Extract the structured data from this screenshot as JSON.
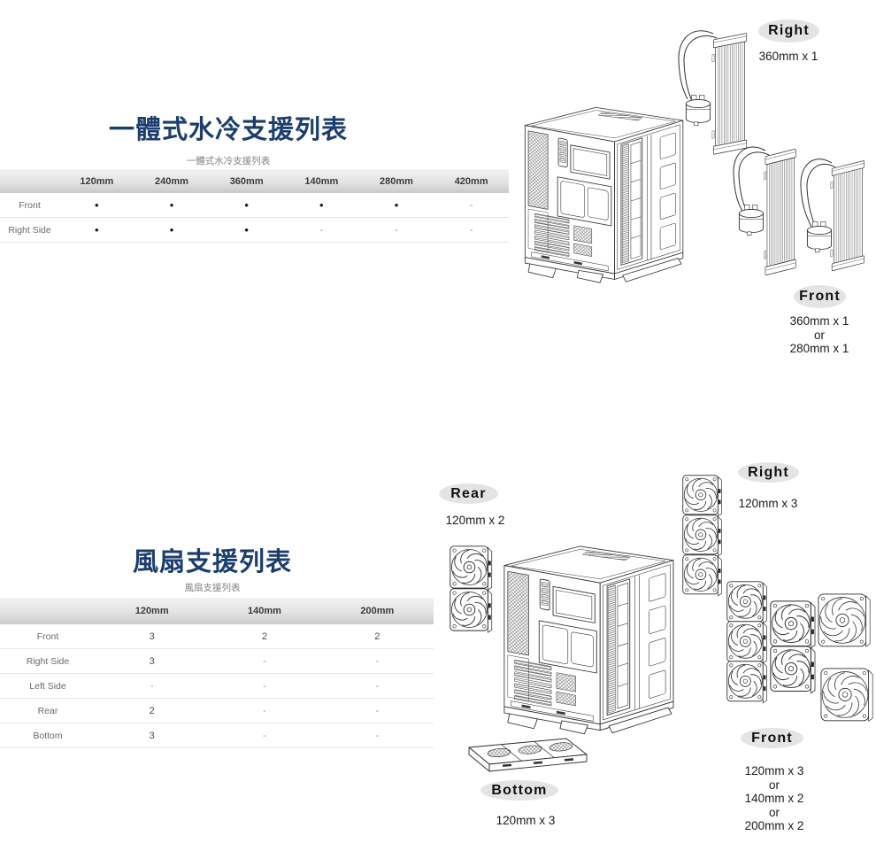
{
  "aio_section": {
    "title": "一體式水冷支援列表",
    "table_caption": "一體式水冷支援列表",
    "table": {
      "columns": [
        "120mm",
        "240mm",
        "360mm",
        "140mm",
        "280mm",
        "420mm"
      ],
      "rows": [
        {
          "label": "Front",
          "values": [
            "•",
            "•",
            "•",
            "•",
            "•",
            "-"
          ]
        },
        {
          "label": "Right Side",
          "values": [
            "•",
            "•",
            "•",
            "-",
            "-",
            "-"
          ]
        }
      ]
    },
    "diagram": {
      "right_label": "Right",
      "right_spec": "360mm x 1",
      "front_label": "Front",
      "front_spec_lines": [
        "360mm x 1",
        "or",
        "280mm x 1"
      ]
    }
  },
  "fan_section": {
    "title": "風扇支援列表",
    "table_caption": "風扇支援列表",
    "table": {
      "columns": [
        "120mm",
        "140mm",
        "200mm"
      ],
      "rows": [
        {
          "label": "Front",
          "values": [
            "3",
            "2",
            "2"
          ]
        },
        {
          "label": "Right Side",
          "values": [
            "3",
            "-",
            "-"
          ]
        },
        {
          "label": "Left Side",
          "values": [
            "-",
            "-",
            "-"
          ]
        },
        {
          "label": "Rear",
          "values": [
            "2",
            "-",
            "-"
          ]
        },
        {
          "label": "Bottom",
          "values": [
            "3",
            "-",
            "-"
          ]
        }
      ]
    },
    "diagram": {
      "rear_label": "Rear",
      "rear_spec": "120mm x 2",
      "right_label": "Right",
      "right_spec": "120mm x 3",
      "front_label": "Front",
      "front_spec_lines": [
        "120mm x 3",
        "or",
        "140mm x 2",
        "or",
        "200mm x 2"
      ],
      "bottom_label": "Bottom",
      "bottom_spec": "120mm x 3"
    }
  },
  "colors": {
    "title_navy": "#1c3e6e",
    "badge_gray": "#e4e4e4"
  }
}
